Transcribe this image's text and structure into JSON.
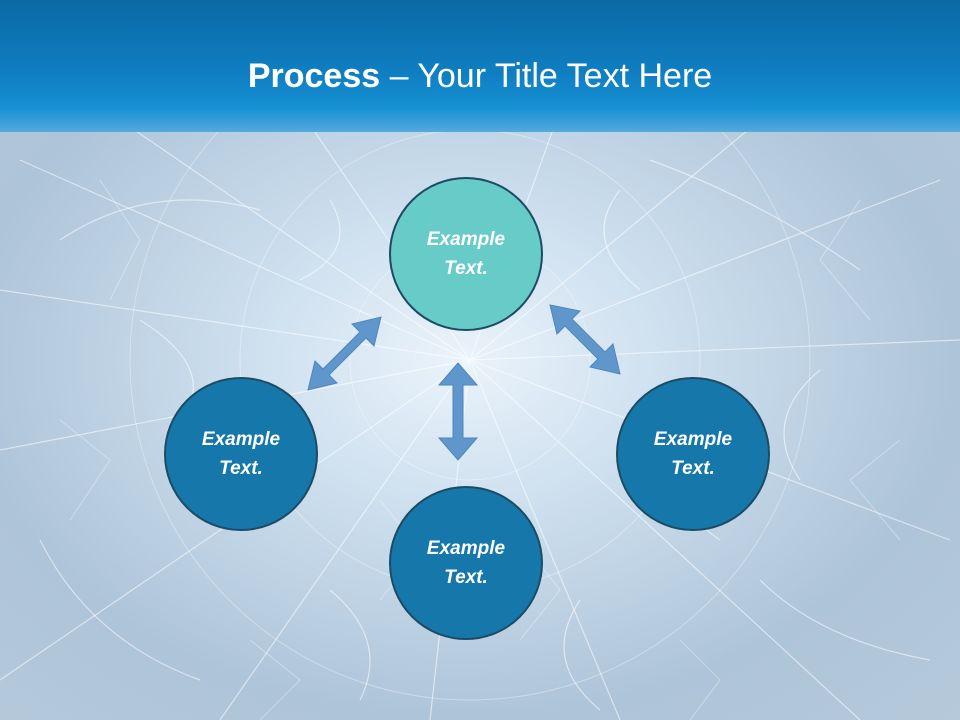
{
  "slide": {
    "title_bold": "Process",
    "title_dash": " – ",
    "title_rest": "Your Title Text Here"
  },
  "nodes": {
    "top": {
      "label": "Example Text.",
      "color": "#67ccc8"
    },
    "left": {
      "label": "Example Text.",
      "color": "#1677aa"
    },
    "right": {
      "label": "Example Text.",
      "color": "#1677aa"
    },
    "bottom": {
      "label": "Example Text.",
      "color": "#1677aa"
    }
  },
  "colors": {
    "header": "#0f7ec1",
    "arrow": "#5f97cc",
    "background": "#b5c9da"
  }
}
